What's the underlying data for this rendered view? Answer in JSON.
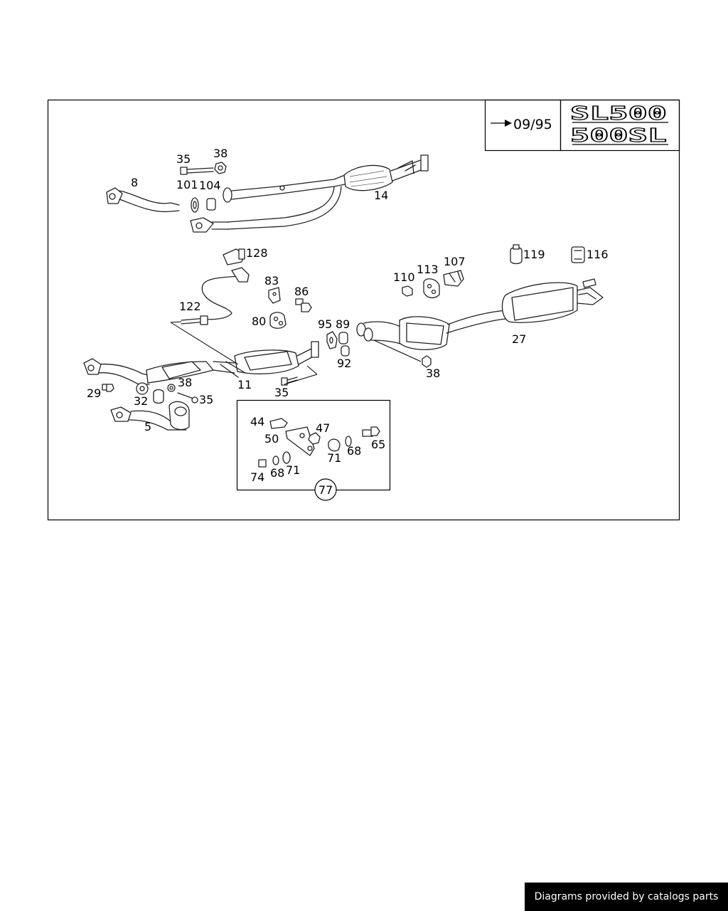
{
  "validity": {
    "date": "09/95"
  },
  "models": [
    "SL500",
    "500SL"
  ],
  "callouts": {
    "c8": "8",
    "c35a": "35",
    "c38a": "38",
    "c101": "101",
    "c104": "104",
    "c14": "14",
    "c128": "128",
    "c122": "122",
    "c83": "83",
    "c86": "86",
    "c80": "80",
    "c95": "95",
    "c89": "89",
    "c92": "92",
    "c110": "110",
    "c113": "113",
    "c107": "107",
    "c119": "119",
    "c116": "116",
    "c27": "27",
    "c38b": "38",
    "c11": "11",
    "c35b": "35",
    "c29": "29",
    "c38c": "38",
    "c35c": "35",
    "c32": "32",
    "c5": "5",
    "c44": "44",
    "c47": "47",
    "c50": "50",
    "c65": "65",
    "c68a": "68",
    "c71a": "71",
    "c74": "74",
    "c68b": "68",
    "c71b": "71",
    "c77": "77"
  },
  "footer": {
    "text": "Diagrams provided by catalogs parts"
  }
}
